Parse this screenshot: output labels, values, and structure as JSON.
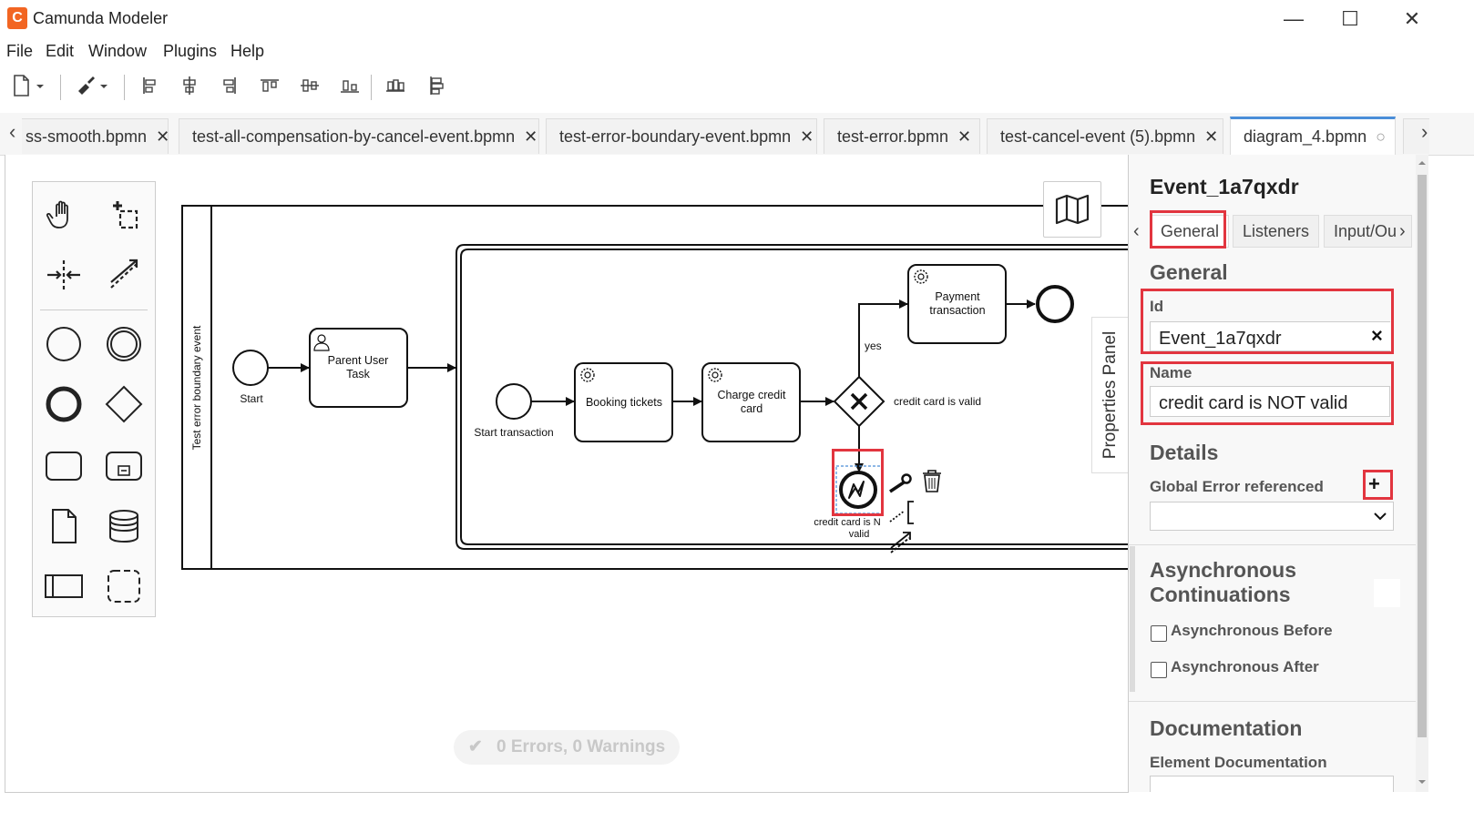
{
  "app": {
    "title": "Camunda Modeler",
    "logo_letter": "C",
    "accent": "#f26522"
  },
  "window": {
    "minimize": "—",
    "maximize": "☐",
    "close": "✕"
  },
  "menu": {
    "file": "File",
    "edit": "Edit",
    "window": "Window",
    "plugins": "Plugins",
    "help": "Help"
  },
  "tabs": [
    {
      "label": "ss-smooth.bpmn",
      "close": "✕"
    },
    {
      "label": "test-all-compensation-by-cancel-event.bpmn",
      "close": "✕"
    },
    {
      "label": "test-error-boundary-event.bpmn",
      "close": "✕"
    },
    {
      "label": "test-error.bpmn",
      "close": "✕"
    },
    {
      "label": "test-cancel-event (5).bpmn",
      "close": "✕"
    },
    {
      "label": "diagram_4.bpmn",
      "close": "○"
    }
  ],
  "tab_scroll": {
    "left": "‹",
    "right": "›"
  },
  "diagram": {
    "pool_label": "Test error boundary event",
    "start_label": "Start",
    "parent_task": [
      "Parent User",
      "Task"
    ],
    "start_transaction_label": "Start transaction",
    "booking_task": "Booking tickets",
    "charge_task": [
      "Charge credit",
      "card"
    ],
    "payment_task": [
      "Payment",
      "transaction"
    ],
    "yes_label": "yes",
    "gateway_label": "credit card is valid",
    "error_label": [
      "credit card is N",
      "valid"
    ]
  },
  "status": {
    "check": "✔",
    "text": "0 Errors, 0 Warnings"
  },
  "properties_toggle": "Properties Panel",
  "properties": {
    "title": "Event_1a7qxdr",
    "tab_prev": "‹",
    "tab_next": "›",
    "tabs": [
      "General",
      "Listeners",
      "Input/Ou"
    ],
    "general_heading": "General",
    "id_label": "Id",
    "id_value": "Event_1a7qxdr",
    "id_clear": "×",
    "name_label": "Name",
    "name_value": "credit card is NOT valid",
    "details_heading": "Details",
    "global_error_label": "Global Error referenced",
    "global_error_add": "+",
    "global_error_select": "",
    "async_heading": "Asynchronous Continuations",
    "async_before": "Asynchronous Before",
    "async_after": "Asynchronous After",
    "documentation_heading": "Documentation",
    "element_doc_label": "Element Documentation"
  },
  "colors": {
    "highlight": "#e2353f",
    "tab_active": "#4a8ed8"
  }
}
